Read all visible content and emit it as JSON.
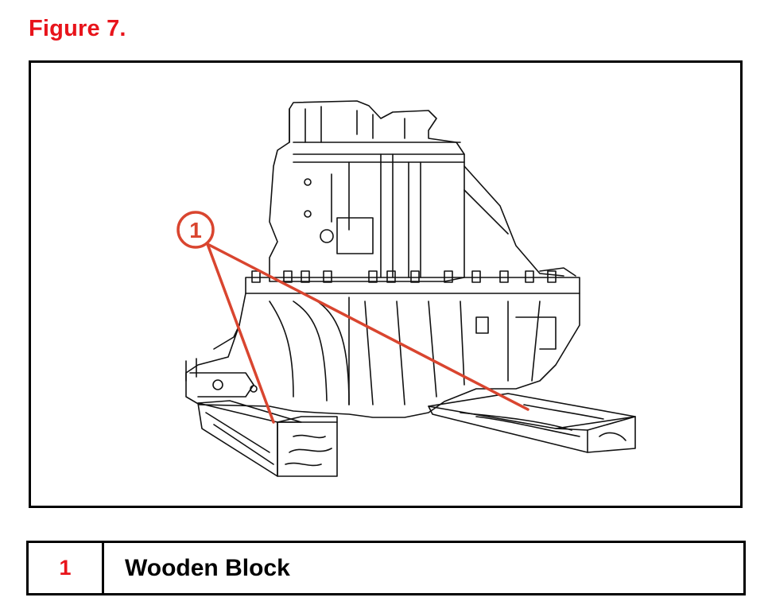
{
  "figure": {
    "title": "Figure 7."
  },
  "callouts": [
    {
      "number": "1"
    }
  ],
  "legend": {
    "rows": [
      {
        "number": "1",
        "label": "Wooden Block"
      }
    ]
  },
  "colors": {
    "accent": "#e8141b",
    "callout": "#d9452f",
    "ink": "#000000"
  }
}
